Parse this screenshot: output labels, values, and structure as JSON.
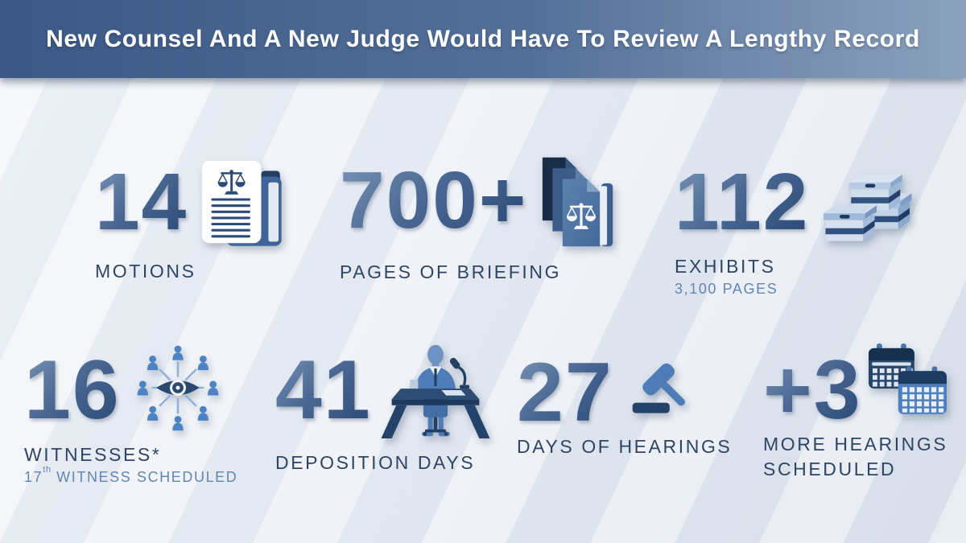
{
  "header": {
    "title": "New Counsel And A New Judge Would Have To Review A Lengthy Record"
  },
  "stats": [
    {
      "value": "14",
      "label": "MOTIONS",
      "icon": "motions-legal-document-icon"
    },
    {
      "value": "700+",
      "label": "PAGES OF BRIEFING",
      "icon": "briefs-stack-icon"
    },
    {
      "value": "112",
      "label": "EXHIBITS",
      "sublabel": "3,100 PAGES",
      "icon": "exhibit-boxes-icon"
    },
    {
      "value": "16",
      "label": "WITNESSES*",
      "sublabel_number": "17",
      "sublabel_ordinal": "th",
      "sublabel_text": "WITNESS SCHEDULED",
      "icon": "witness-network-icon"
    },
    {
      "value": "41",
      "label": "DEPOSITION DAYS",
      "icon": "deposition-desk-icon"
    },
    {
      "value": "27",
      "label": "DAYS OF HEARINGS",
      "icon": "gavel-icon"
    },
    {
      "value": "+3",
      "label": "MORE HEARINGS",
      "label_line2": "SCHEDULED",
      "icon": "calendar-stack-icon"
    }
  ],
  "chart_data": {
    "type": "table",
    "title": "New Counsel And A New Judge Would Have To Review A Lengthy Record",
    "items": [
      {
        "metric": "Motions",
        "value": "14"
      },
      {
        "metric": "Pages of briefing",
        "value": "700+"
      },
      {
        "metric": "Exhibits",
        "value": "112",
        "note": "3,100 pages"
      },
      {
        "metric": "Witnesses",
        "value": "16",
        "note": "17th witness scheduled"
      },
      {
        "metric": "Deposition days",
        "value": "41"
      },
      {
        "metric": "Days of hearings",
        "value": "27"
      },
      {
        "metric": "More hearings scheduled",
        "value": "+3"
      }
    ]
  },
  "colors": {
    "header_gradient_start": "#3b5885",
    "header_gradient_end": "#8ca1bd",
    "title_text": "#ffffff",
    "number_gradient_start": "#7590b3",
    "number_gradient_end": "#2c4a77",
    "label_text": "#2e4564",
    "sublabel_text": "#6286b4",
    "background_start": "#f2f5fa",
    "background_end": "#dbe2ed",
    "icon_dark_navy": "#22405f",
    "icon_medium_blue": "#4e7cb8",
    "icon_light_blue": "#cfdcec"
  }
}
